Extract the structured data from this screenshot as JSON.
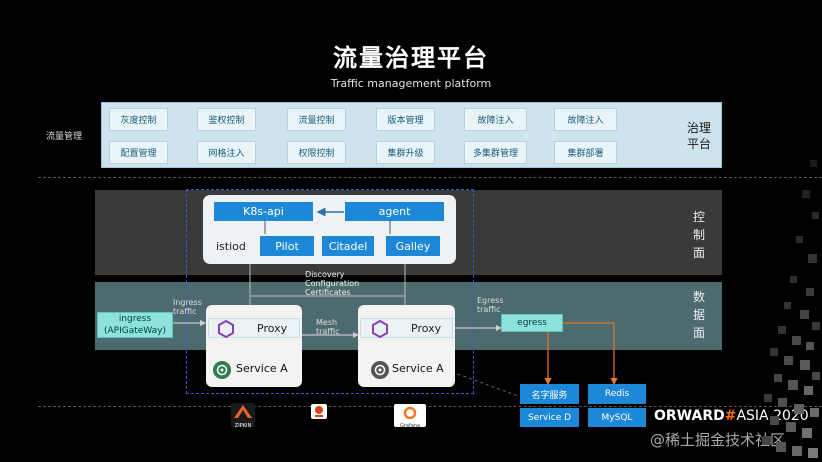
{
  "header": {
    "title": "流量治理平台",
    "subtitle": "Traffic management platform"
  },
  "governance": {
    "row_label": "流量管理",
    "side_label_1": "治理",
    "side_label_2": "平台",
    "row1": [
      "灰度控制",
      "鉴权控制",
      "流量控制",
      "版本管理",
      "故障注入",
      "故障注入"
    ],
    "row2": [
      "配置管理",
      "网格注入",
      "权限控制",
      "集群升级",
      "多集群管理",
      "集群部署"
    ]
  },
  "control_plane": {
    "side_label": [
      "控",
      "制",
      "面"
    ],
    "k8s_api": "K8s-api",
    "agent": "agent",
    "istiod": "istiod",
    "pilot": "Pilot",
    "citadel": "Citadel",
    "galley": "Galley",
    "distribution_text_1": "Discovery",
    "distribution_text_2": "Configuration",
    "distribution_text_3": "Certificates"
  },
  "data_plane": {
    "side_label": [
      "数",
      "据",
      "面"
    ],
    "ingress_box_1": "ingress",
    "ingress_box_2": "(APIGateWay)",
    "ingress_traffic_1": "Ingress",
    "ingress_traffic_2": "traffic",
    "proxy_1": "Proxy",
    "proxy_2": "Proxy",
    "mesh_traffic_1": "Mesh",
    "mesh_traffic_2": "traffic",
    "service_1": "Service A",
    "service_2": "Service A",
    "egress_traffic_1": "Egress",
    "egress_traffic_2": "traffic",
    "egress": "egress"
  },
  "external": {
    "name_service": "名字服务",
    "redis": "Redis",
    "service_d": "Service D",
    "mysql": "MySQL"
  },
  "logos": {
    "zipkin": "ZIPKIN",
    "grafana": "Grafana"
  },
  "footer": {
    "event_prefix": "ORWARD",
    "event_hash": "#",
    "event_suffix": "ASIA 2020",
    "watermark": "@稀土掘金技术社区"
  },
  "colors": {
    "accent_blue": "#1e88d8",
    "teal": "#8be3dc",
    "arrow_orange": "#e07a2a",
    "hash_orange": "#ff6a00"
  }
}
